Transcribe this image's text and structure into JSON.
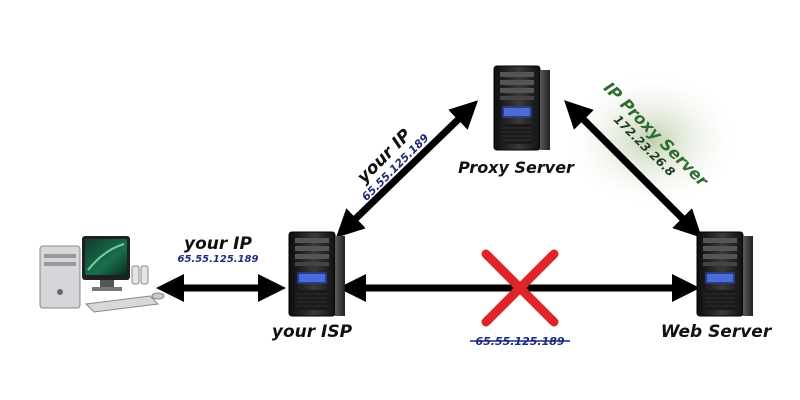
{
  "labels": {
    "client_ip_title": "your IP",
    "client_ip_value": "65.55.125.189",
    "isp": "your ISP",
    "proxy_ip_title": "your IP",
    "proxy_ip_value": "65.55.125.189",
    "proxy_server": "Proxy Server",
    "proxy_outgoing_title": "IP Proxy Server",
    "proxy_outgoing_value": "172.23.26.8",
    "web_server": "Web Server",
    "blocked_ip": "65.55.125.189"
  },
  "colors": {
    "arrow": "#000000",
    "ip_text": "#1f2a7a",
    "proxy_title": "#2f6b2f",
    "proxy_value": "#1e3d1e",
    "cross": "#e0242b",
    "strike": "#1a2a7a"
  },
  "icons": {
    "client": "desktop-computer-icon",
    "isp": "server-tower-icon",
    "proxy": "server-tower-icon",
    "web": "server-tower-icon"
  }
}
